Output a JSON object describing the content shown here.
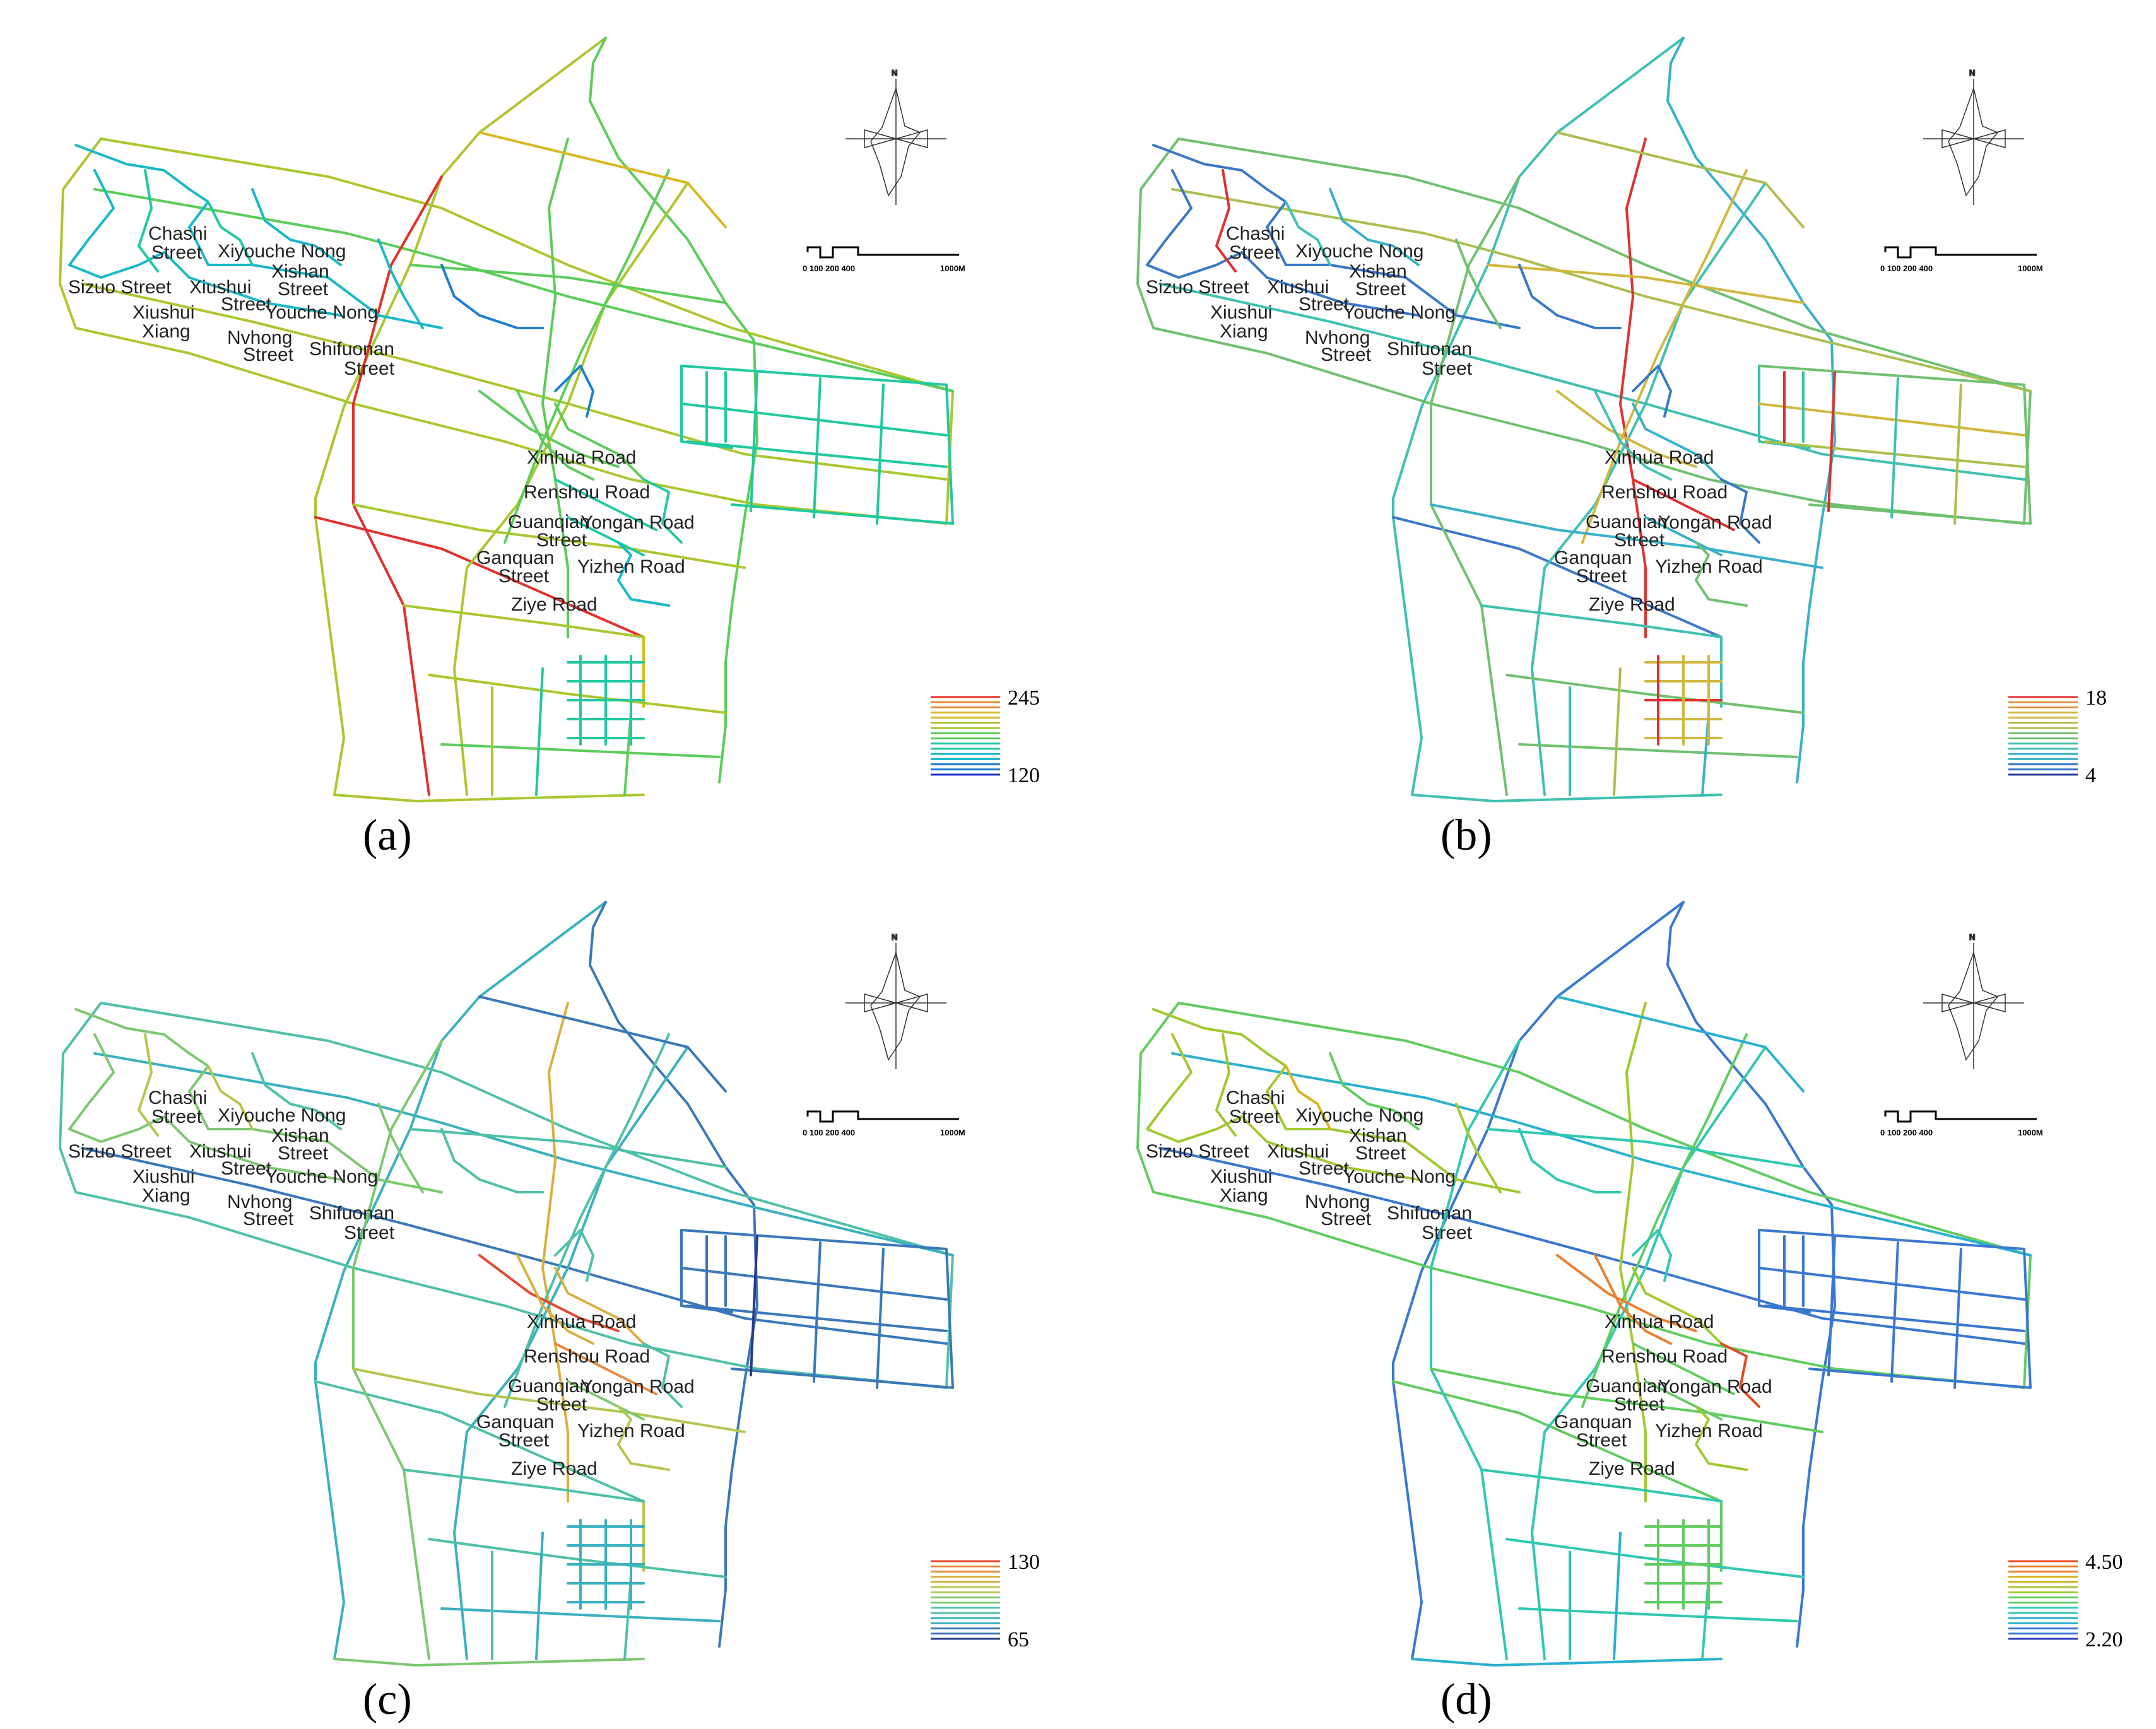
{
  "panels": [
    {
      "caption": "(a)",
      "legend": {
        "max": "245",
        "min": "120"
      },
      "palette": [
        "#1c2fc8",
        "#1e7fd0",
        "#18b8c8",
        "#22c8a0",
        "#5ccc5a",
        "#a8c830",
        "#d8b820",
        "#e88a30",
        "#e2302a"
      ],
      "scheme": "a"
    },
    {
      "caption": "(b)",
      "legend": {
        "max": "18",
        "min": "4"
      },
      "palette": [
        "#2a3a9a",
        "#3a78c8",
        "#3ab0c8",
        "#40c0b0",
        "#70c070",
        "#a8c050",
        "#d0b840",
        "#e09040",
        "#e03030"
      ],
      "scheme": "b"
    },
    {
      "caption": "(c)",
      "legend": {
        "max": "130",
        "min": "65"
      },
      "palette": [
        "#2a3a8a",
        "#3b78b8",
        "#3ab0c0",
        "#50c0a8",
        "#7cc870",
        "#b0c850",
        "#d8b040",
        "#e88a40",
        "#e24a30"
      ],
      "scheme": "c"
    },
    {
      "caption": "(d)",
      "legend": {
        "max": "4.50",
        "min": "2.20"
      },
      "palette": [
        "#2a3ab8",
        "#3a78d0",
        "#2ab0d0",
        "#30c8b0",
        "#60cc60",
        "#a0c830",
        "#d8b020",
        "#e88030",
        "#e84820"
      ],
      "scheme": "d"
    }
  ],
  "streets": [
    {
      "name": "Chashi"
    },
    {
      "name": "Street"
    },
    {
      "name": "Xiyouche Nong"
    },
    {
      "name": "Xishan"
    },
    {
      "name": "Sizuo Street"
    },
    {
      "name": "Xiushui"
    },
    {
      "name": "Street"
    },
    {
      "name": "Street"
    },
    {
      "name": "Xiushui"
    },
    {
      "name": "Youche Nong"
    },
    {
      "name": "Xiang"
    },
    {
      "name": "Nvhong"
    },
    {
      "name": "Street"
    },
    {
      "name": "Shifuonan"
    },
    {
      "name": "Street"
    },
    {
      "name": "Xinhua Road"
    },
    {
      "name": "Renshou Road"
    },
    {
      "name": "Guanqian"
    },
    {
      "name": "Yongan Road"
    },
    {
      "name": "Street"
    },
    {
      "name": "Ganquan"
    },
    {
      "name": "Yizhen Road"
    },
    {
      "name": "Street"
    },
    {
      "name": "Ziye Road"
    }
  ],
  "compass": {
    "north": "N"
  },
  "scalebar": {
    "ticks": "0 100 200 400",
    "end": "1000M"
  }
}
